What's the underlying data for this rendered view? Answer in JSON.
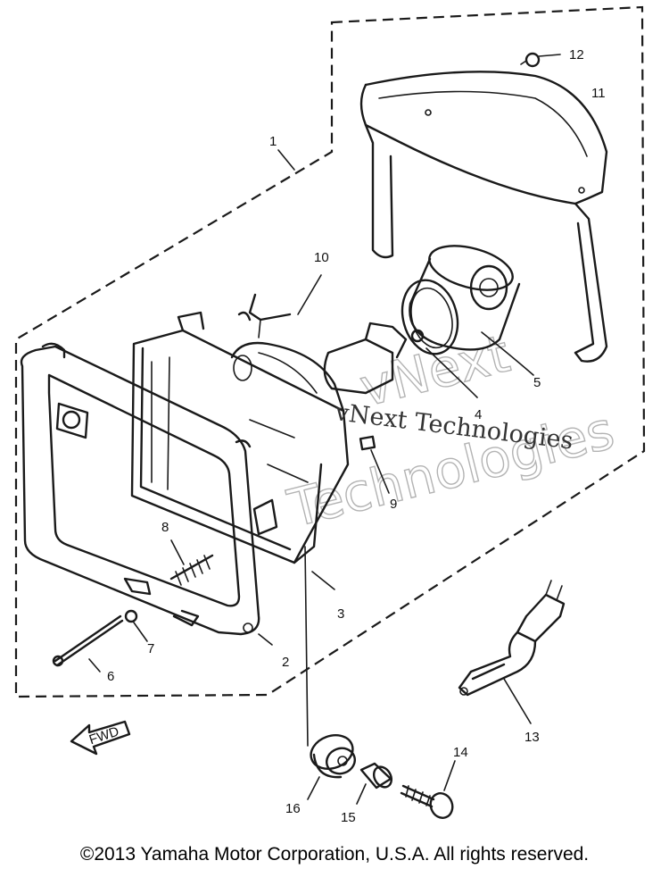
{
  "diagram": {
    "parts": [
      {
        "number": "1"
      },
      {
        "number": "2"
      },
      {
        "number": "3"
      },
      {
        "number": "4"
      },
      {
        "number": "5"
      },
      {
        "number": "6"
      },
      {
        "number": "7"
      },
      {
        "number": "8"
      },
      {
        "number": "9"
      },
      {
        "number": "10"
      },
      {
        "number": "11"
      },
      {
        "number": "12"
      },
      {
        "number": "13"
      },
      {
        "number": "14"
      },
      {
        "number": "15"
      },
      {
        "number": "16"
      }
    ],
    "fwd_label": "FWD"
  },
  "watermark": {
    "line1": "vNext Technologies",
    "line2": "vNext",
    "line3": "Technologies"
  },
  "footer": {
    "copyright": "©2013 Yamaha Motor Corporation, U.S.A. All rights reserved."
  }
}
